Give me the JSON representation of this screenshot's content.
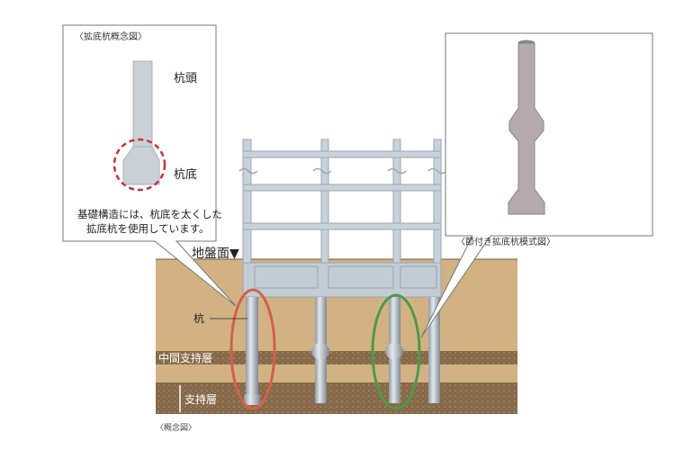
{
  "left_panel": {
    "title": "〈拡底杭概念図〉",
    "pile_head_label": "杭頭",
    "pile_base_label": "杭底",
    "caption_line1": "基礎構造には、杭底を太くした",
    "caption_line2": "拡底杭を使用しています。"
  },
  "right_panel": {
    "title": "〈節付き拡底杭模式図〉"
  },
  "main": {
    "ground_surface_label": "地盤面▼",
    "pile_label": "杭",
    "intermediate_layer_label": "中間支持層",
    "bearing_layer_label": "支持層",
    "caption": "〈概念図〉"
  },
  "colors": {
    "soil": "#d2b283",
    "layer": "#8a7050",
    "concrete": "#c9d2da",
    "red": "#d0614c",
    "green": "#4f9a46"
  }
}
